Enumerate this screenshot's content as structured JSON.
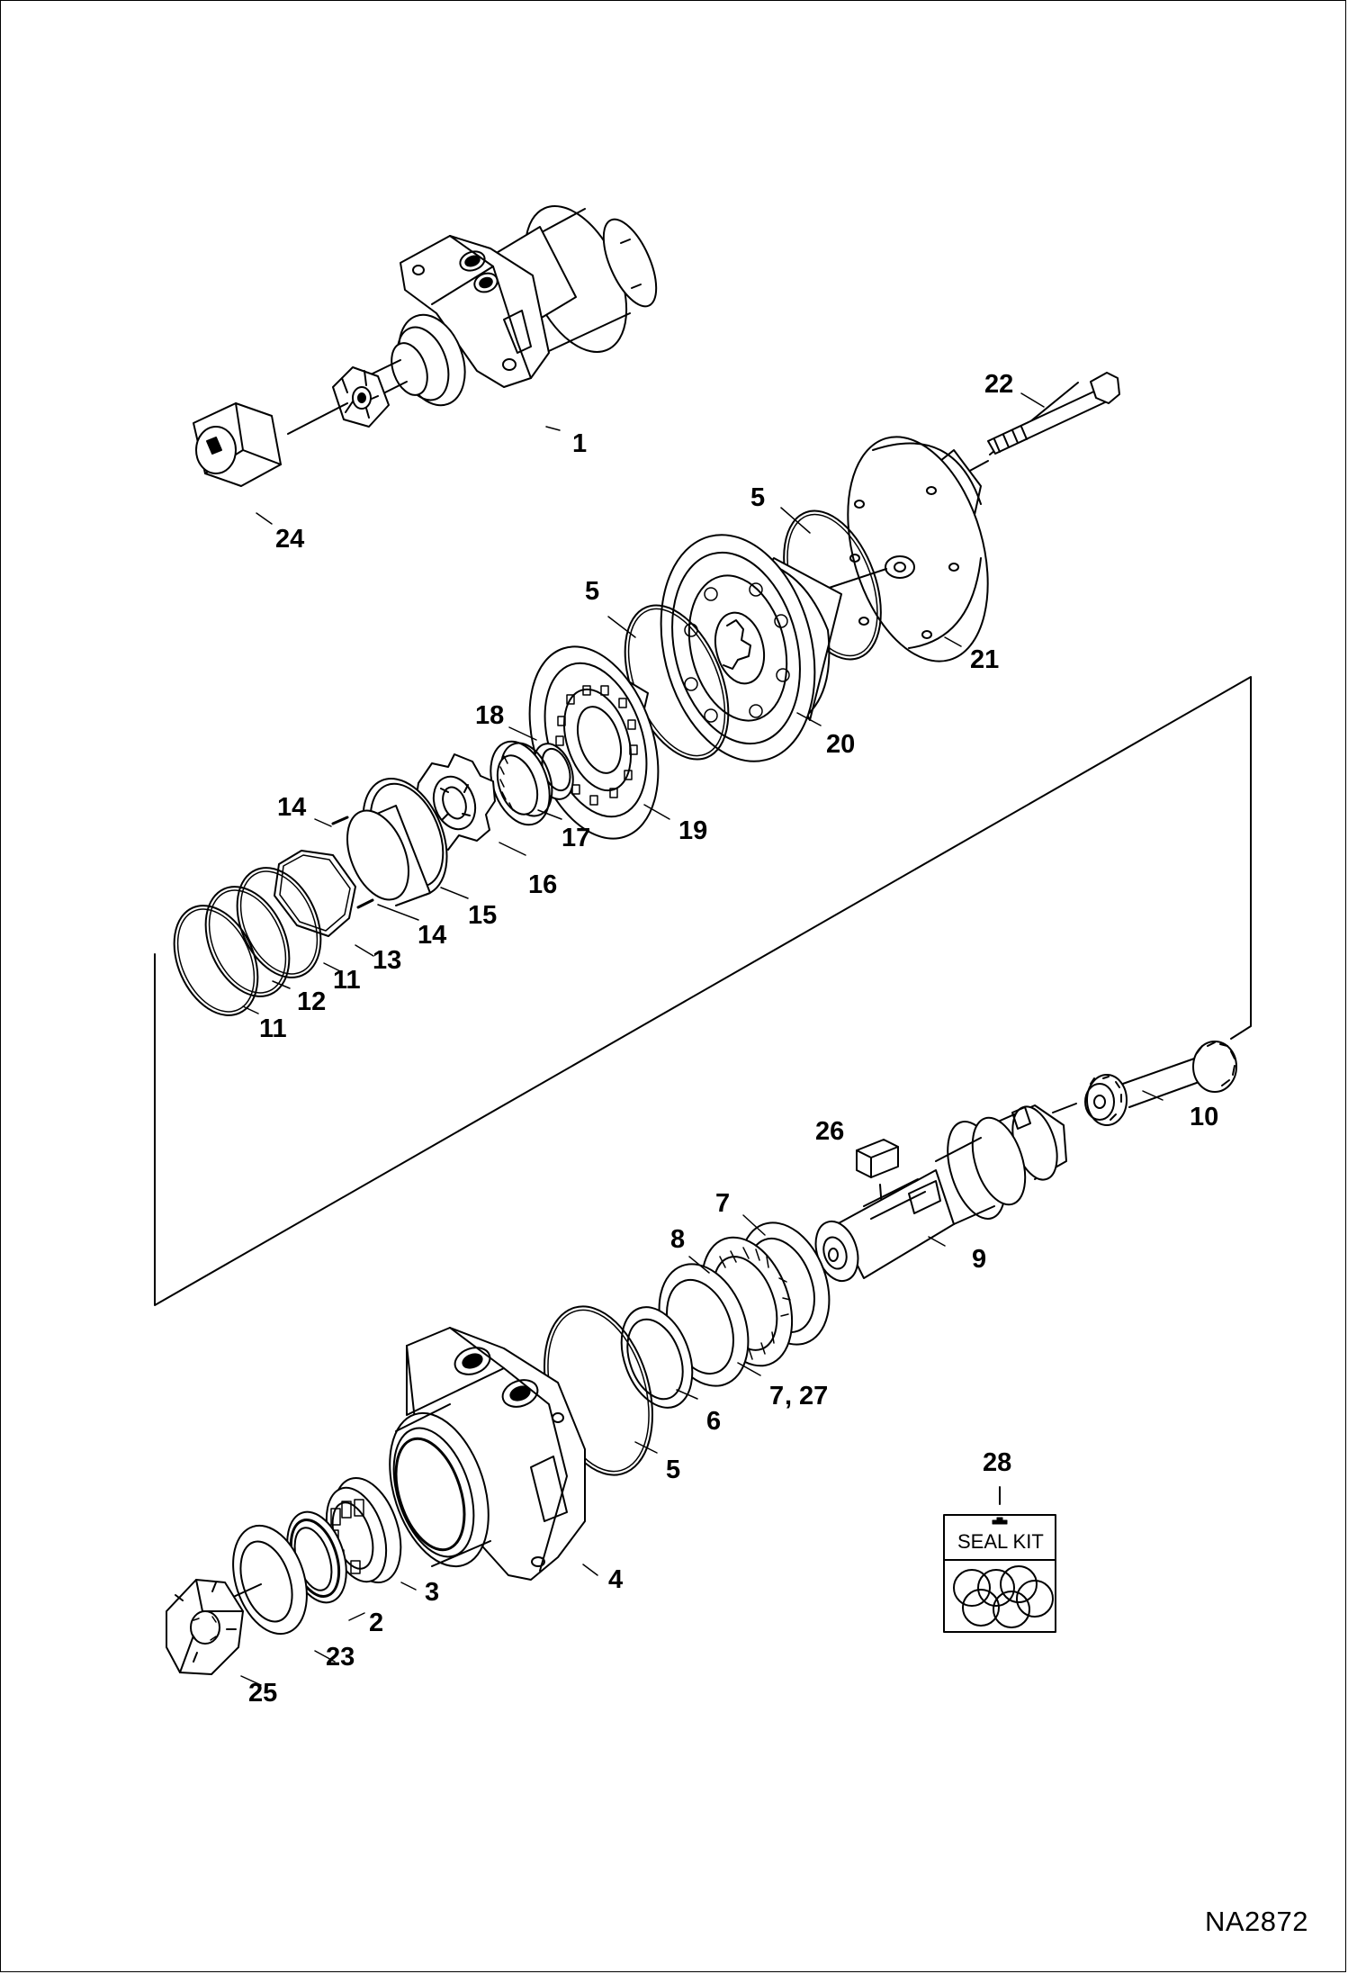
{
  "diagram": {
    "callouts": {
      "c1": "1",
      "c2": "2",
      "c3": "3",
      "c4": "4",
      "c5a": "5",
      "c5b": "5",
      "c5c": "5",
      "c6": "6",
      "c7": "7",
      "c7b": "7",
      "c27": "27",
      "c8": "8",
      "c9": "9",
      "c10": "10",
      "c11a": "11",
      "c11b": "11",
      "c12": "12",
      "c13": "13",
      "c14a": "14",
      "c14b": "14",
      "c15": "15",
      "c16": "16",
      "c17": "17",
      "c18": "18",
      "c19": "19",
      "c20": "20",
      "c21": "21",
      "c22": "22",
      "c23": "23",
      "c24": "24",
      "c25": "25",
      "c26": "26",
      "c28": "28"
    },
    "seal_kit_label": "SEAL KIT",
    "reference_code": "NA2872"
  }
}
